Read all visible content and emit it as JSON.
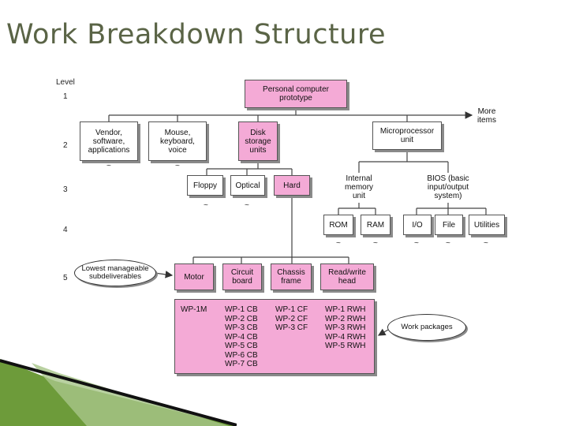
{
  "slide": {
    "title": "Work Breakdown Structure"
  },
  "levels": {
    "header": "Level",
    "l1": "1",
    "l2": "2",
    "l3": "3",
    "l4": "4",
    "l5": "5"
  },
  "nodes": {
    "root": "Personal computer\nprototype",
    "more_items": "More\nitems",
    "vendor": "Vendor,\nsoftware,\napplications",
    "mouse": "Mouse,\nkeyboard,\nvoice",
    "disk": "Disk\nstorage\nunits",
    "micro": "Microprocessor\nunit",
    "floppy": "Floppy",
    "optical": "Optical",
    "hard": "Hard",
    "memory": "Internal\nmemory\nunit",
    "bios": "BIOS (basic\ninput/output\nsystem)",
    "rom": "ROM",
    "ram": "RAM",
    "io": "I/O",
    "file": "File",
    "utilities": "Utilities",
    "motor": "Motor",
    "circuit": "Circuit\nboard",
    "chassis": "Chassis\nframe",
    "readwrite": "Read/write\nhead"
  },
  "work_packages": {
    "motor": [
      "WP-1M"
    ],
    "circuit": [
      "WP-1 CB",
      "WP-2 CB",
      "WP-3 CB",
      "WP-4 CB",
      "WP-5 CB",
      "WP-6 CB",
      "WP-7 CB"
    ],
    "chassis": [
      "WP-1 CF",
      "WP-2 CF",
      "WP-3 CF"
    ],
    "readwrite": [
      "WP-1 RWH",
      "WP-2 RWH",
      "WP-3 RWH",
      "WP-4 RWH",
      "WP-5 RWH"
    ]
  },
  "callouts": {
    "lowest": "Lowest manageable\nsubdeliverables",
    "packages": "Work packages"
  },
  "colors": {
    "pink": "#f4aad6",
    "title": "#5a6446",
    "accent": "#6d9b3a"
  }
}
